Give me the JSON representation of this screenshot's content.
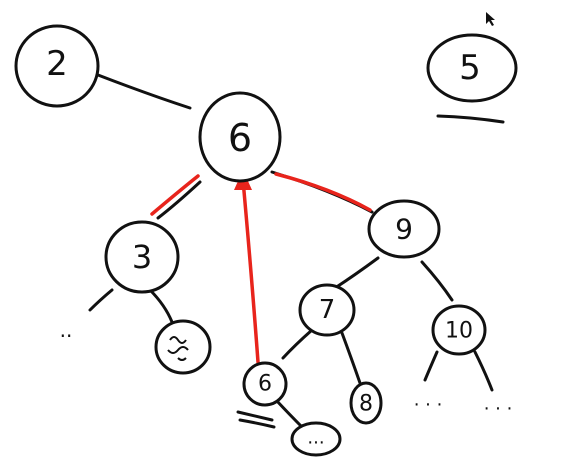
{
  "nodes": {
    "n2": "2",
    "n6_root": "6",
    "n5": "5",
    "n3": "3",
    "n9": "9",
    "n7": "7",
    "n10": "10",
    "n6_inserted": "6",
    "n8": "8",
    "n_scribble": "...",
    "n_ellipsis_left": "..",
    "n_ellipsis_right_a": ". . .",
    "n_ellipsis_right_b": ". . ."
  },
  "colors": {
    "ink": "#111111",
    "highlight": "#e8241c",
    "background": "#ffffff"
  },
  "icons": {
    "cursor": "mouse-pointer-icon"
  }
}
